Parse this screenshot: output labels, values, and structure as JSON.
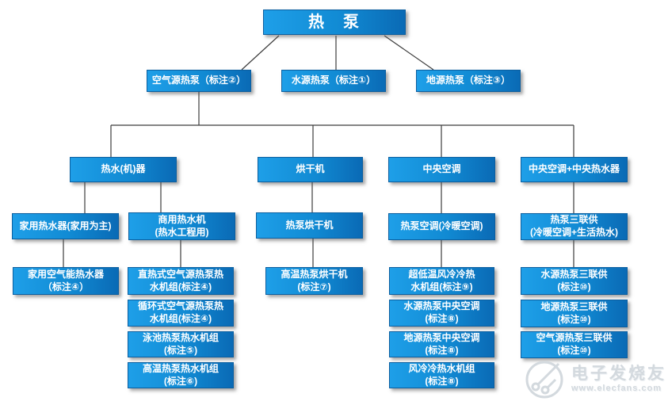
{
  "root": {
    "label": "热　泵"
  },
  "level2": {
    "air_source": "空气源热泵（标注②）",
    "water_source": "水源热泵（标注①）",
    "ground_source": "地源热泵（标注③）"
  },
  "level3": {
    "water_heater": "热水(机)器",
    "dryer": "烘干机",
    "central_ac": "中央空调",
    "central_ac_plus_water_heater": "中央空调+中央热水器"
  },
  "level4": {
    "domestic_water_heater": "家用热水器(家用为主)",
    "commercial_water_heater": "商用热水机\n(热水工程用)",
    "heat_pump_dryer": "热泵烘干机",
    "heat_pump_ac": "热泵空调(冷暖空调)",
    "heat_pump_trigeneration": "热泵三联供\n(冷暖空调+生活热水)"
  },
  "level5": {
    "domestic_air_water_heater": "家用空气能热水器\n（标注④）",
    "direct_heating_unit": "直热式空气源热泵热\n水机组(标注④)",
    "circulating_unit": "循环式空气源热泵热\n水机组(标注④)",
    "pool_unit": "泳池热泵热水机组\n(标注⑤)",
    "high_temp_water_unit": "高温热泵热水机组\n(标注⑥)",
    "high_temp_dryer": "高温热泵烘干机\n(标注⑦)",
    "ultra_low_temp_unit": "超低温风冷冷热\n水机组(标注⑨)",
    "water_source_central_ac": "水源热泵中央空调\n(标注⑧)",
    "ground_source_central_ac": "地源热泵中央空调\n(标注⑧)",
    "air_cooled_unit": "风冷冷热水机组\n(标注⑧)",
    "water_source_trigen": "水源热泵三联供\n(标注⑩)",
    "ground_source_trigen": "地源热泵三联供\n(标注⑩)",
    "air_source_trigen": "空气源热泵三联供\n(标注⑩)"
  },
  "watermark": {
    "brand": "电子发烧友",
    "url": "www.elecfans.com"
  },
  "colors": {
    "box_gradient_left": "#1e9fe8",
    "box_gradient_right": "#0a6ab5",
    "box_border": "#0b5fa0",
    "connector": "#3c3c3c",
    "watermark": "#d3d9de"
  }
}
